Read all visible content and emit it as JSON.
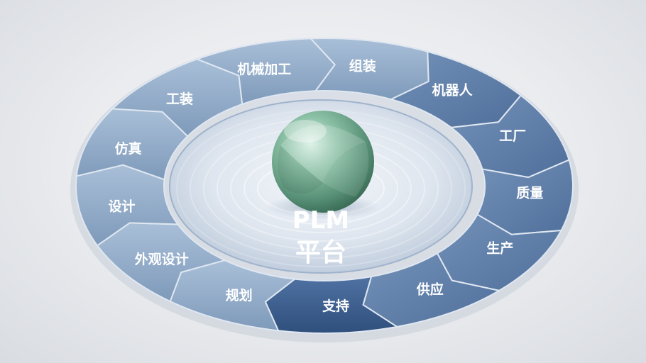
{
  "center": {
    "line1": "PLM",
    "line2": "平台"
  },
  "segments": [
    {
      "label": "机械加工",
      "tone": "light"
    },
    {
      "label": "组装",
      "tone": "light"
    },
    {
      "label": "机器人",
      "tone": "mid"
    },
    {
      "label": "工厂",
      "tone": "mid"
    },
    {
      "label": "质量",
      "tone": "mid"
    },
    {
      "label": "生产",
      "tone": "mid"
    },
    {
      "label": "供应",
      "tone": "mid"
    },
    {
      "label": "支持",
      "tone": "dark"
    },
    {
      "label": "规划",
      "tone": "light"
    },
    {
      "label": "外观设计",
      "tone": "light"
    },
    {
      "label": "设计",
      "tone": "light"
    },
    {
      "label": "仿真",
      "tone": "light"
    },
    {
      "label": "工装",
      "tone": "light"
    }
  ],
  "colors": {
    "light": "#8fa9c6",
    "mid": "#5f7fa8",
    "dark": "#3e5f8c",
    "sphere": "#6fa58c"
  }
}
